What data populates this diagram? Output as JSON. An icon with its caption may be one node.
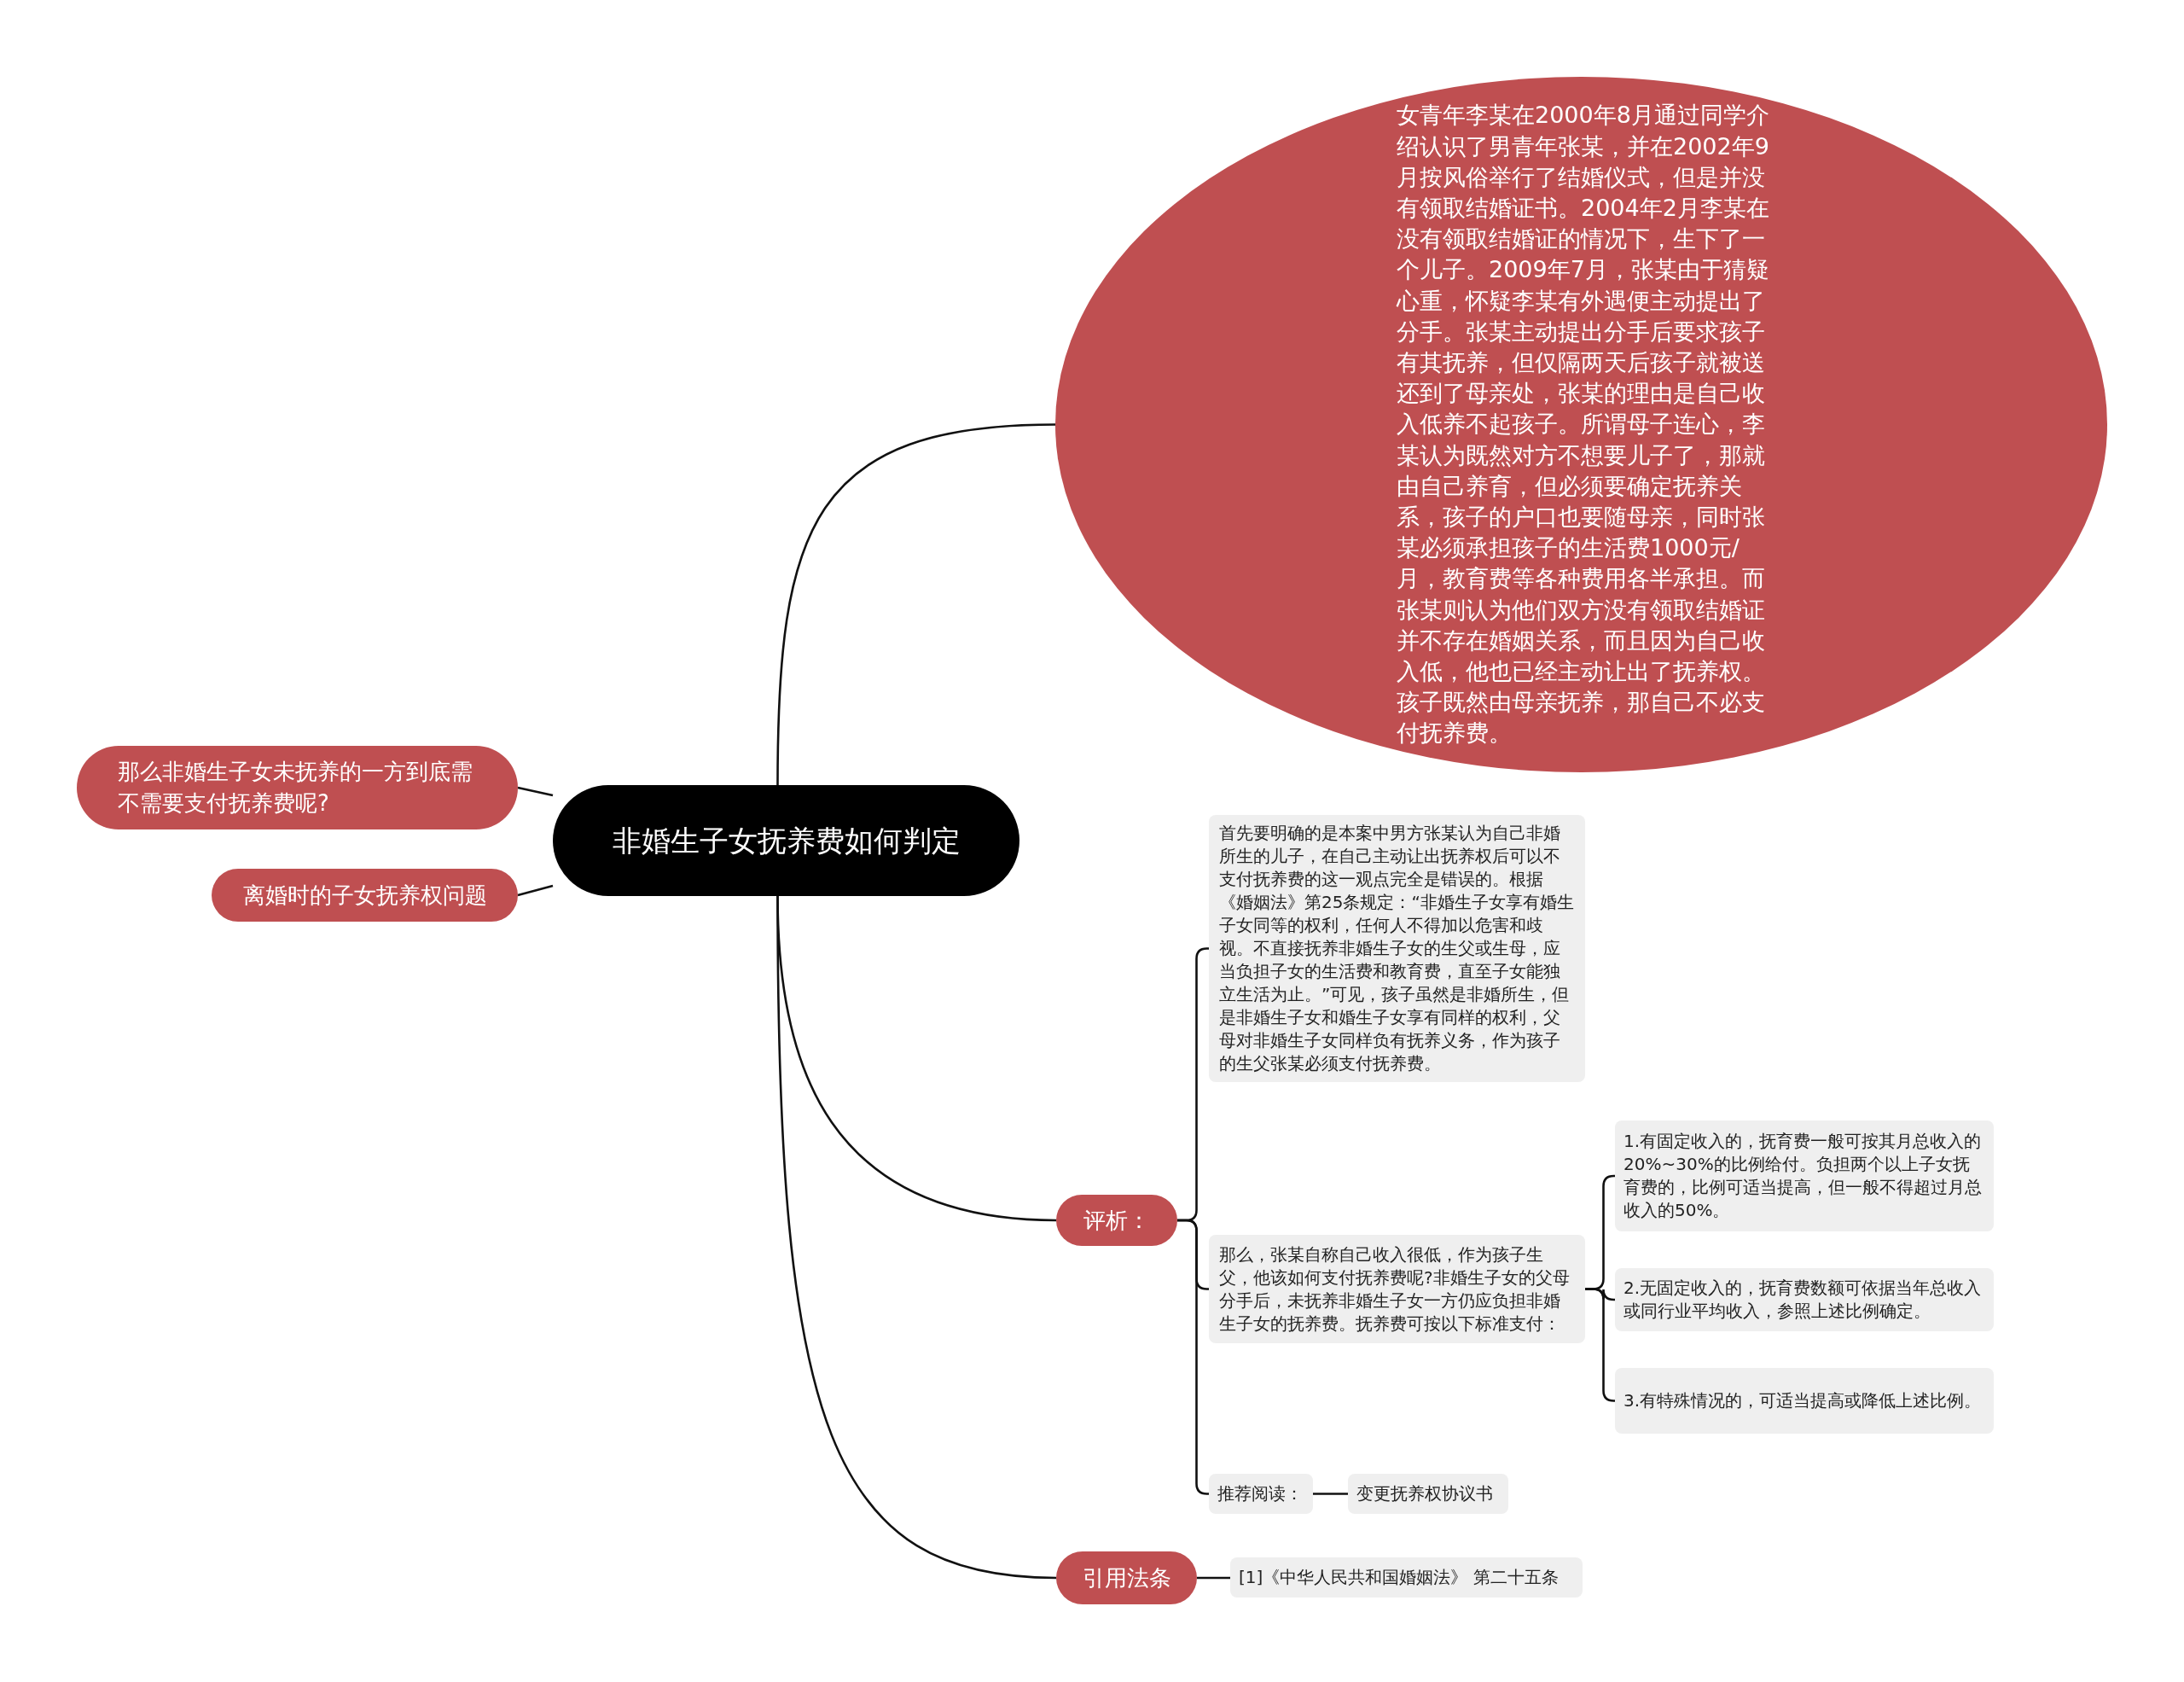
{
  "diagram": {
    "nodes": [
      {
        "text": [
          "非婚生子女抚养费如何判定"
        ]
      },
      {
        "text": [
          "女青年李某在2000年8月通过同学介绍认识了男青年张某，并在2002年9月按风俗举行了结婚仪式，但是并没有领取结婚证书。2004年2月李某在没有领取结婚证的情况下，生下了一个儿子。2009年7月，张某由于猜疑心重，怀疑李某有外遇便主动提出了分手。张某主动提出分手后要求孩子有其抚养，但仅隔两天后孩子就被送还到了母亲处，张某的理由是自己收入低养不起孩子。所谓母子连心，李某认为既然对方不想要儿子了，那就由自己养育，但必须要确定抚养关系，孩子的户口也要随母亲，同时张某必须承担孩子的生活费1000元/月，教育费等各种费用各半承担。而张某则认为他们双方没有领取结婚证并不存在婚姻关系，而且因为自己收入低，他也已经主动让出了抚养权。孩子既然由母亲抚养，那自己不必支付抚养费。"
        ]
      },
      {
        "text": [
          "那么非婚生子女未抚养的一方到底需不需要支付抚养费呢?"
        ]
      },
      {
        "text": [
          "离婚时的子女抚养权问题"
        ]
      },
      {
        "text": [
          "评析："
        ]
      },
      {
        "text": [
          "首先要明确的是本案中男方张某认为自己非婚所生的儿子，在自己主动让出抚养权后可以不支付抚养费的这一观点完全是错误的。根据《婚姻法》第25条规定：“非婚生子女享有婚生子女同等的权利，任何人不得加以危害和歧视。不直接抚养非婚生子女的生父或生母，应当负担子女的生活费和教育费，直至子女能独立生活为止。”可见，孩子虽然是非婚所生，但是非婚生子女和婚生子女享有同样的权利，父母对非婚生子女同样负有抚养义务，作为孩子的生父张某必须支付抚养费。"
        ]
      },
      {
        "text": [
          "那么，张某自称自己收入很低，作为孩子生父，他该如何支付抚养费呢?非婚生子女的父母分手后，未抚养非婚生子女一方仍应负担非婚生子女的抚养费。抚养费可按以下标准支付："
        ]
      },
      {
        "text": [
          "1.有固定收入的，抚育费一般可按其月总收入的20%~30%的比例给付。负担两个以上子女抚育费的，比例可适当提高，但一般不得超过月总收入的50%。"
        ]
      },
      {
        "text": [
          "2.无固定收入的，抚育费数额可依据当年总收入或同行业平均收入，参照上述比例确定。"
        ]
      },
      {
        "text": [
          "3.有特殊情况的，可适当提高或降低上述比例。"
        ]
      },
      {
        "text": [
          "推荐阅读："
        ]
      },
      {
        "text": [
          "变更抚养权协议书"
        ]
      },
      {
        "text": [
          "引用法条"
        ]
      },
      {
        "text": [
          "[1]《中华人民共和国婚姻法》 第二十五条"
        ]
      }
    ],
    "edges": [
      {
        "from": 0,
        "to": 1,
        "arrow": "none"
      },
      {
        "from": 0,
        "to": 2,
        "arrow": "none"
      },
      {
        "from": 0,
        "to": 3,
        "arrow": "none"
      },
      {
        "from": 0,
        "to": 4,
        "arrow": "none"
      },
      {
        "from": 0,
        "to": 12,
        "arrow": "none"
      },
      {
        "from": 4,
        "to": 5,
        "arrow": "none"
      },
      {
        "from": 4,
        "to": 6,
        "arrow": "none"
      },
      {
        "from": 4,
        "to": 10,
        "arrow": "none"
      },
      {
        "from": 6,
        "to": 7,
        "arrow": "none"
      },
      {
        "from": 6,
        "to": 8,
        "arrow": "none"
      },
      {
        "from": 6,
        "to": 9,
        "arrow": "none"
      },
      {
        "from": 10,
        "to": 11,
        "arrow": "none"
      },
      {
        "from": 12,
        "to": 13,
        "arrow": "none"
      }
    ]
  }
}
